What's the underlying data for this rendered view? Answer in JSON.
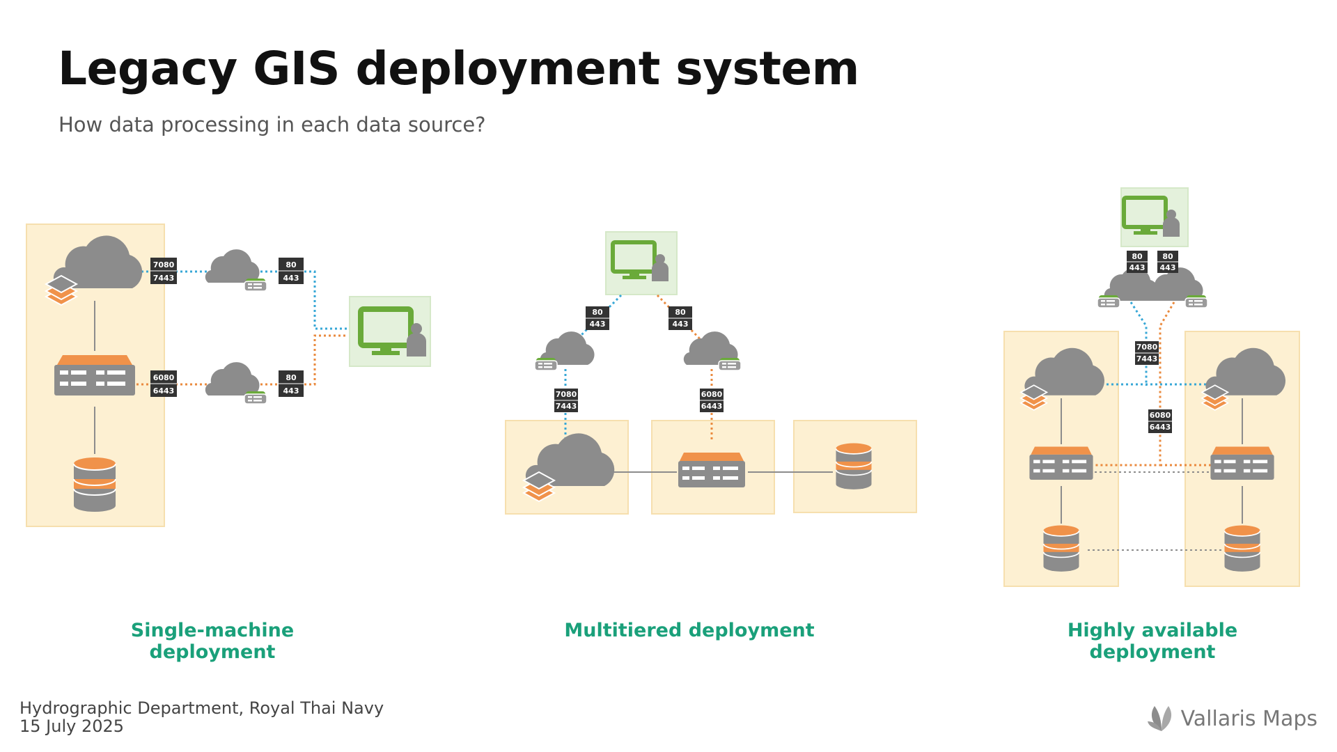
{
  "slide": {
    "title": "Legacy GIS deployment system",
    "subtitle": "How data processing in each data source?"
  },
  "diagrams": {
    "single": {
      "caption": "Single-machine deployment",
      "ports": {
        "p1_top": "7080",
        "p1_bot": "7443",
        "p2_top": "80",
        "p2_bot": "443",
        "p3_top": "6080",
        "p3_bot": "6443",
        "p4_top": "80",
        "p4_bot": "443"
      }
    },
    "multitiered": {
      "caption": "Multitiered deployment",
      "ports": {
        "p1_top": "80",
        "p1_bot": "443",
        "p2_top": "80",
        "p2_bot": "443",
        "p3_top": "7080",
        "p3_bot": "7443",
        "p4_top": "6080",
        "p4_bot": "6443"
      }
    },
    "ha": {
      "caption": "Highly available deployment",
      "ports": {
        "p1_top": "80",
        "p1_bot": "443",
        "p2_top": "80",
        "p2_bot": "443",
        "p3_top": "7080",
        "p3_bot": "7443",
        "p4_top": "6080",
        "p4_bot": "6443"
      }
    }
  },
  "footer": {
    "org": "Hydrographic Department, Royal Thai Navy",
    "date": "15 July 2025"
  },
  "logo": {
    "text": "Vallaris Maps"
  },
  "colors": {
    "panel": "#fdf0d2",
    "panel_border": "#f6dfae",
    "client_panel": "#e4f1dc",
    "gray": "#8c8c8c",
    "orange": "#f0924a",
    "green": "#6aaa3a",
    "blue_line": "#37a7d6",
    "orange_line": "#ea8a3e",
    "caption": "#1aa07a"
  }
}
